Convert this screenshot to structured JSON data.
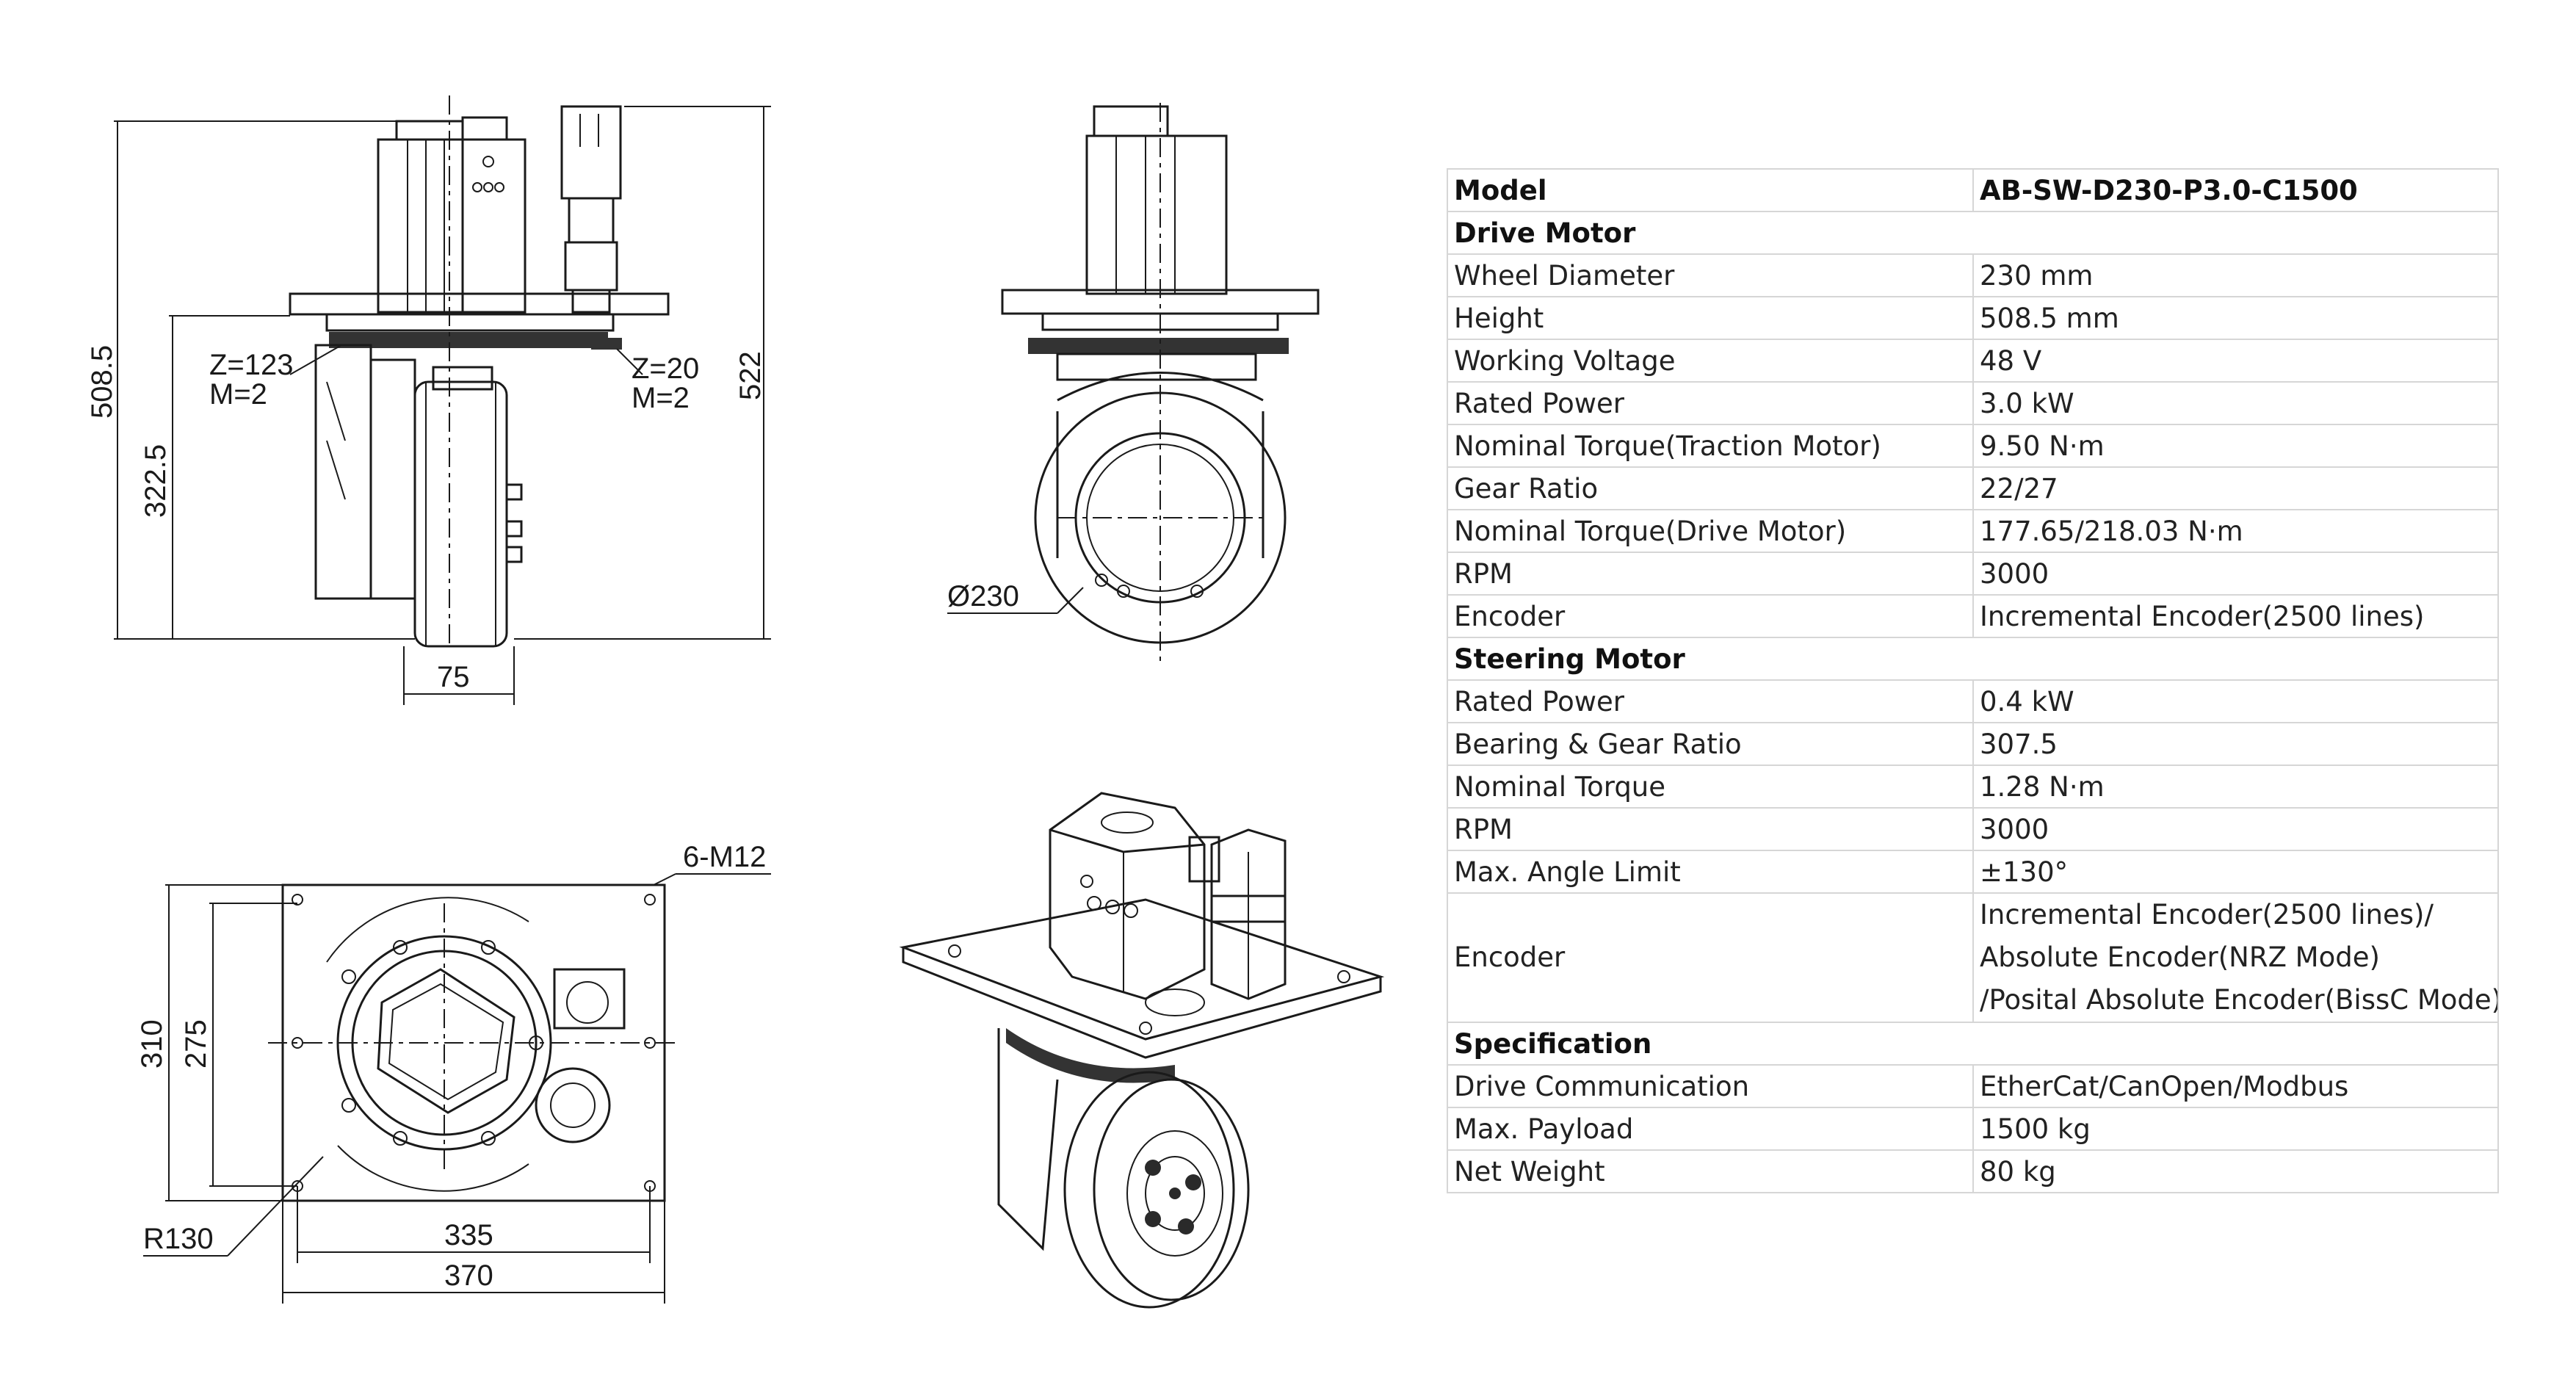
{
  "drawings": {
    "side_view": {
      "height_dim": "508.5",
      "overall_height_dim": "522",
      "mid_height_dim": "322.5",
      "width_dim": "75",
      "gear_left": [
        "Z=123",
        "M=2"
      ],
      "gear_right": [
        "Z=20",
        "M=2"
      ]
    },
    "front_view": {
      "diameter_dim": "Ø230"
    },
    "top_view": {
      "bolt_label": "6-M12",
      "outer_height_dim": "310",
      "inner_height_dim": "275",
      "inner_width_dim": "335",
      "outer_width_dim": "370",
      "radius_dim": "R130"
    }
  },
  "spec_table": {
    "model_label": "Model",
    "model_value": "AB-SW-D230-P3.0-C1500",
    "drive_motor": {
      "heading": "Drive Motor",
      "rows": [
        {
          "label": "Wheel Diameter",
          "value": "230 mm"
        },
        {
          "label": "Height",
          "value": "508.5 mm"
        },
        {
          "label": "Working Voltage",
          "value": "48 V"
        },
        {
          "label": "Rated Power",
          "value": "3.0 kW"
        },
        {
          "label": "Nominal Torque(Traction Motor)",
          "value": "9.50 N·m"
        },
        {
          "label": "Gear Ratio",
          "value": "22/27"
        },
        {
          "label": "Nominal Torque(Drive Motor)",
          "value": "177.65/218.03 N·m"
        },
        {
          "label": "RPM",
          "value": "3000"
        },
        {
          "label": "Encoder",
          "value": "Incremental Encoder(2500 lines)"
        }
      ]
    },
    "steering_motor": {
      "heading": "Steering Motor",
      "rows": [
        {
          "label": "Rated Power",
          "value": "0.4 kW"
        },
        {
          "label": "Bearing & Gear Ratio",
          "value": "307.5"
        },
        {
          "label": "Nominal Torque",
          "value": "1.28 N·m"
        },
        {
          "label": "RPM",
          "value": "3000"
        },
        {
          "label": "Max. Angle Limit",
          "value": "±130°"
        }
      ],
      "encoder_label": "Encoder",
      "encoder_lines": [
        "Incremental Encoder(2500 lines)/",
        "Absolute Encoder(NRZ Mode)",
        "/Posital Absolute Encoder(BissC Mode)"
      ]
    },
    "specification": {
      "heading": "Specification",
      "rows": [
        {
          "label": "Drive Communication",
          "value": "EtherCat/CanOpen/Modbus"
        },
        {
          "label": "Max. Payload",
          "value": "1500 kg"
        },
        {
          "label": "Net Weight",
          "value": "80 kg"
        }
      ]
    }
  }
}
